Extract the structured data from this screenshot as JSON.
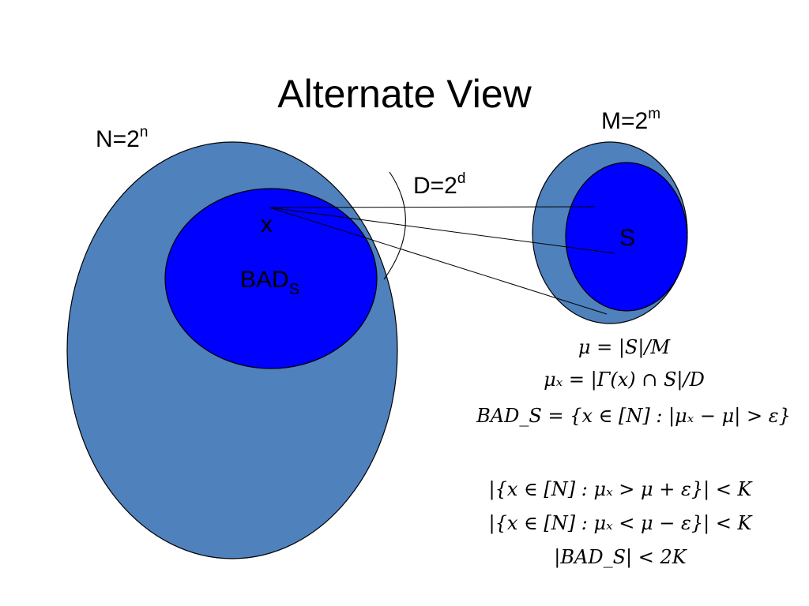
{
  "title": "Alternate View",
  "labels": {
    "big_set": {
      "base": "N=2",
      "exp": "n"
    },
    "small_set": {
      "base": "M=2",
      "exp": "m"
    },
    "degree": {
      "base": "D=2",
      "exp": "d"
    },
    "vertex": "x",
    "bad_set": {
      "base": "BAD",
      "sub": "S"
    },
    "subset": "S"
  },
  "formulas": {
    "mu": "μ = |S|/M",
    "mu_x": "μₓ = |Γ(x) ∩ S|/D",
    "bad_def": "BAD_S = {x ∈ [N] : |μₓ − μ| > ε}",
    "upper": "|{x ∈ [N] : μₓ > μ + ε}| < K",
    "lower": "|{x ∈ [N] : μₓ < μ − ε}| < K",
    "bound": "|BAD_S| < 2K"
  },
  "colors": {
    "outer_fill": "#4f81bd",
    "inner_fill": "#0000ff",
    "stroke": "#000000",
    "background": "#ffffff"
  }
}
